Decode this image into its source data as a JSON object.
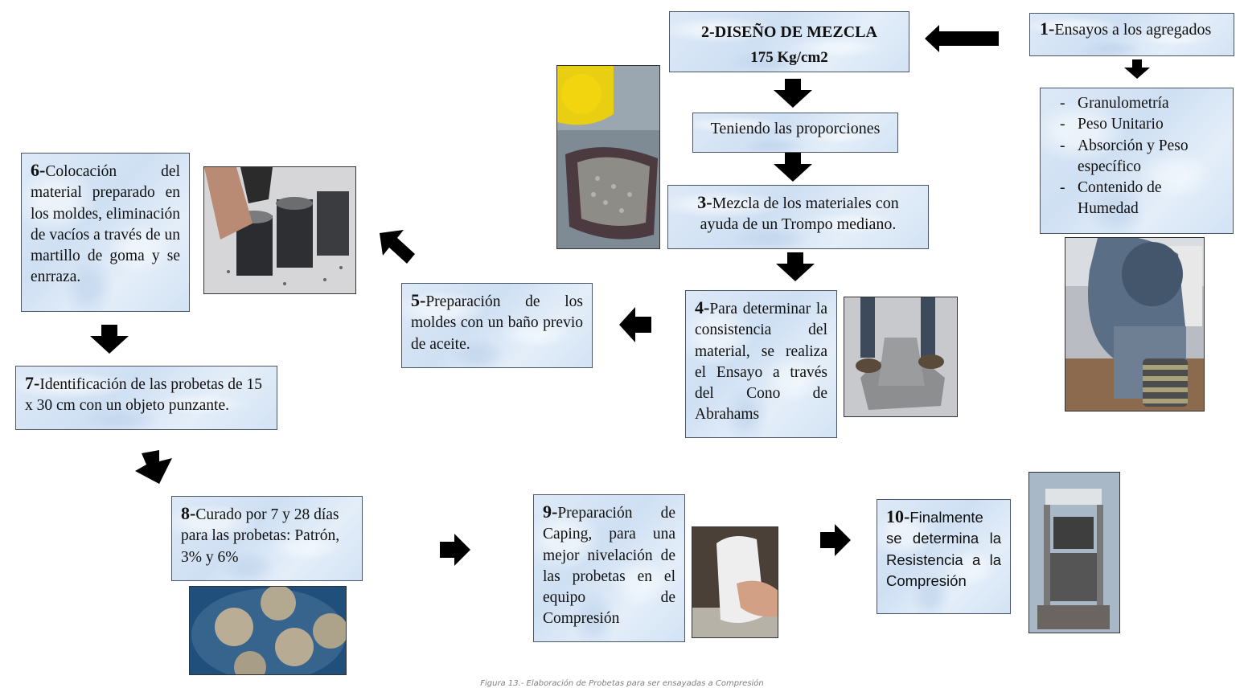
{
  "steps": {
    "s1": {
      "num": "1-",
      "text": "Ensayos a los agregados"
    },
    "tests": [
      "Granulometría",
      "Peso Unitario",
      "Absorción y Peso específico",
      "Contenido de Humedad"
    ],
    "s2": {
      "title": "2-DISEÑO DE MEZCLA",
      "strength": "175 Kg/cm2"
    },
    "proportions": "Teniendo las proporciones",
    "s3": {
      "num": "3-",
      "text": "Mezcla de los materiales con ayuda de un Trompo mediano."
    },
    "s4": {
      "num": "4-",
      "text": "Para determinar la consistencia del material, se realiza el Ensayo a través del Cono de Abrahams"
    },
    "s5": {
      "num": "5-",
      "text": "Preparación de los moldes con un baño previo de aceite."
    },
    "s6": {
      "num": "6-",
      "text": "Colocación del material preparado en los moldes, eliminación de vacíos a través de un martillo de goma y se enrraza."
    },
    "s7": {
      "num": "7-",
      "text": "Identificación de las probetas de 15 x 30 cm con un objeto punzante."
    },
    "s8": {
      "num": "8-",
      "text": "Curado por 7 y 28 días para las probetas: Patrón, 3% y 6%"
    },
    "s9": {
      "num": "9-",
      "text": "Preparación de Caping, para una mejor nivelación de las probetas en el equipo de Compresión"
    },
    "s10": {
      "num": "10-",
      "text": "Finalmente se determina la Resistencia a la Compresión"
    }
  },
  "caption": "Figura 13.- Elaboración de Probetas para ser ensayadas a Compresión",
  "colors": {
    "box_fill": "#d8e6f5",
    "box_border": "#4a5566",
    "arrow": "#000000"
  }
}
